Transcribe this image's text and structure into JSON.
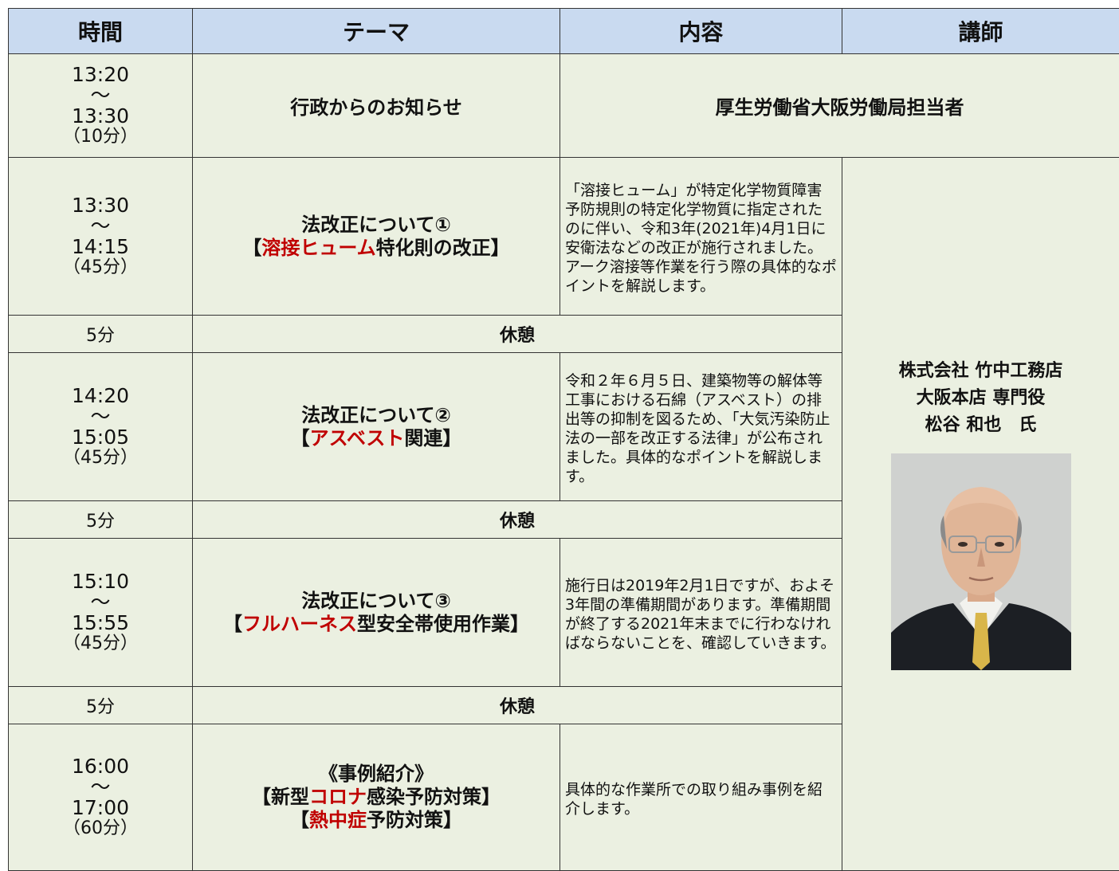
{
  "header": {
    "time": "時間",
    "theme": "テーマ",
    "content": "内容",
    "lecturer": "講師"
  },
  "row1": {
    "start": "13:20",
    "tilde": "～",
    "end": "13:30",
    "dur": "（10分）",
    "theme": "行政からのお知らせ",
    "presenter": "厚生労働省大阪労働局担当者"
  },
  "row2": {
    "start": "13:30",
    "tilde": "～",
    "end": "14:15",
    "dur": "（45分）",
    "theme_line1": "法改正について①",
    "theme_open": "【",
    "theme_red": "溶接ヒューム",
    "theme_rest": "特化則の改正】",
    "desc": "「溶接ヒューム」が特定化学物質障害予防規則の特定化学物質に指定されたのに伴い、令和3年(2021年)4月1日に安衛法などの改正が施行されました。アーク溶接等作業を行う際の具体的なポイントを解説します。"
  },
  "break1": {
    "time": "5分",
    "label": "休憩"
  },
  "row3": {
    "start": "14:20",
    "tilde": "～",
    "end": "15:05",
    "dur": "（45分）",
    "theme_line1": "法改正について②",
    "theme_open": "【",
    "theme_red": "アスベスト",
    "theme_rest": "関連】",
    "desc": "令和２年６月５日、建築物等の解体等工事における石綿（アスベスト）の排出等の抑制を図るため、「大気汚染防止法の一部を改正する法律」が公布されました。具体的なポイントを解説します。"
  },
  "break2": {
    "time": "5分",
    "label": "休憩"
  },
  "row4": {
    "start": "15:10",
    "tilde": "～",
    "end": "15:55",
    "dur": "（45分）",
    "theme_line1": "法改正について③",
    "theme_open": "【",
    "theme_red": "フルハーネス",
    "theme_rest": "型安全帯使用作業】",
    "desc": "施行日は2019年2月1日ですが、およそ3年間の準備期間があります。準備期間が終了する2021年末までに行わなければならないことを、確認していきます。"
  },
  "break3": {
    "time": "5分",
    "label": "休憩"
  },
  "row5": {
    "start": "16:00",
    "tilde": "～",
    "end": "17:00",
    "dur": "（60分）",
    "theme_line1": "《事例紹介》",
    "l2_open": "【新型",
    "l2_red": "コロナ",
    "l2_rest": "感染予防対策】",
    "l3_open": "【",
    "l3_red": "熱中症",
    "l3_rest": "予防対策】",
    "desc": "具体的な作業所での取り組み事例を紹介します。"
  },
  "lecturer": {
    "company": "株式会社 竹中工務店",
    "position": "大阪本店 専門役",
    "name": "松谷 和也　氏",
    "photo": "lecturer-portrait"
  },
  "colors": {
    "header_bg": "#c9daf0",
    "cell_bg": "#ebf0e1",
    "accent_red": "#c00000"
  }
}
